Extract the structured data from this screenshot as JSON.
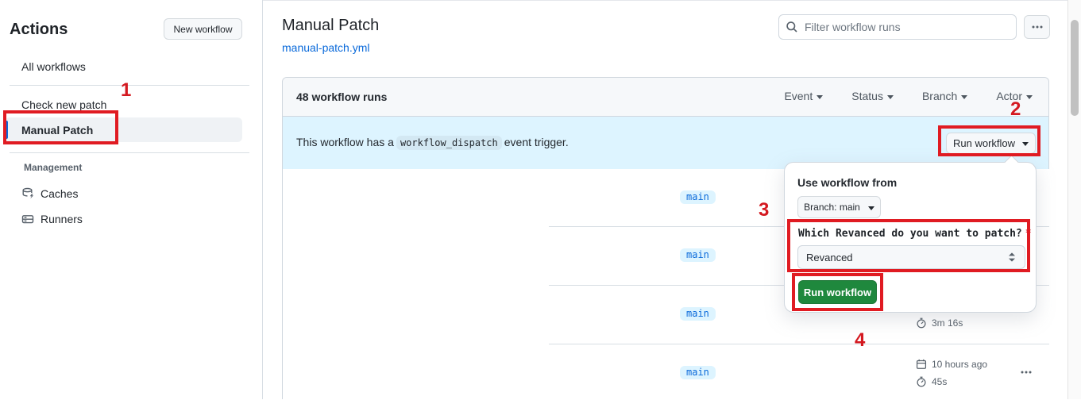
{
  "annotations": {
    "step1": "1",
    "step2": "2",
    "step3": "3",
    "step4": "4"
  },
  "sidebar": {
    "title": "Actions",
    "new_workflow_button": "New workflow",
    "items": [
      {
        "label": "All workflows"
      },
      {
        "label": "Check new patch"
      },
      {
        "label": "Manual Patch"
      }
    ],
    "management_label": "Management",
    "management_items": [
      {
        "label": "Caches"
      },
      {
        "label": "Runners"
      }
    ]
  },
  "header": {
    "title": "Manual Patch",
    "workflow_file": "manual-patch.yml",
    "filter_placeholder": "Filter workflow runs"
  },
  "run_list": {
    "count_label": "48 workflow runs",
    "filters": [
      {
        "label": "Event"
      },
      {
        "label": "Status"
      },
      {
        "label": "Branch"
      },
      {
        "label": "Actor"
      }
    ],
    "banner": {
      "text_before": "This workflow has a",
      "code": "workflow_dispatch",
      "text_after": "event trigger.",
      "run_workflow_button": "Run workflow"
    },
    "rows": [
      {
        "branch": "main"
      },
      {
        "branch": "main"
      },
      {
        "branch": "main",
        "duration": "3m 16s"
      },
      {
        "branch": "main",
        "started": "10 hours ago",
        "duration": "45s"
      }
    ]
  },
  "run_dialog": {
    "heading": "Use workflow from",
    "branch_selector": "Branch: main",
    "input_label": "Which Revanced do you want to patch?",
    "required_marker": "*",
    "input_value": "Revanced",
    "submit_button": "Run workflow"
  },
  "colors": {
    "accent_blue": "#0969da",
    "banner_blue": "#ddf4ff",
    "success_green": "#1f883d",
    "annotation_red": "#e01b22"
  }
}
